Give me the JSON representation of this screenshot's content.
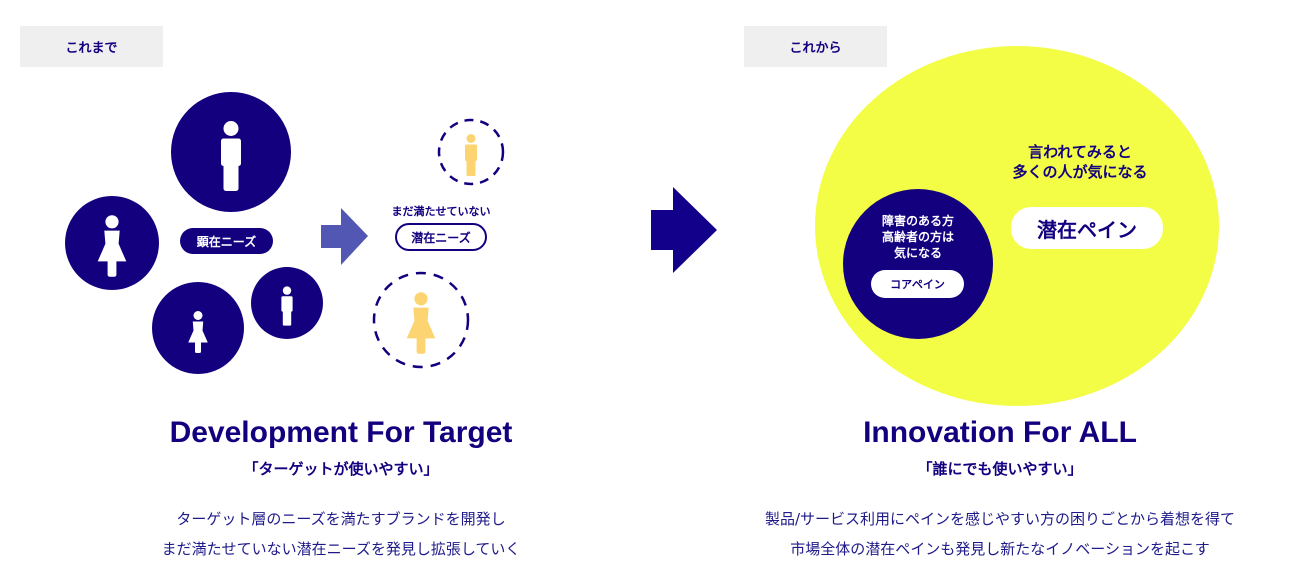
{
  "colors": {
    "navy": "#13007f",
    "yellow": "#f3fd45",
    "arrow_light": "#5157b2",
    "person_yellow": "#fcd471",
    "tag_bg": "#efefef"
  },
  "left": {
    "tag": "これまで",
    "manifest_label": "顕在ニーズ",
    "unmet_caption": "まだ満たせていない",
    "latent_label": "潜在ニーズ",
    "title": "Development For Target",
    "subtitle": "「ターゲットが使いやすい」",
    "body": [
      "ターゲット層のニーズを満たすブランドを開発し",
      "まだ満たせていない潜在ニーズを発見し拡張していく"
    ]
  },
  "right": {
    "tag": "これから",
    "outer_caption": [
      "言われてみると",
      "多くの人が気になる"
    ],
    "outer_label": "潜在ペイン",
    "inner_caption": [
      "障害のある方",
      "高齢者の方は",
      "気になる"
    ],
    "inner_label": "コアペイン",
    "title": "Innovation For ALL",
    "subtitle": "「誰にでも使いやすい」",
    "body": [
      "製品/サービス利用にペインを感じやすい方の困りごとから着想を得て",
      "市場全体の潜在ペインも発見し新たなイノベーションを起こす"
    ]
  }
}
